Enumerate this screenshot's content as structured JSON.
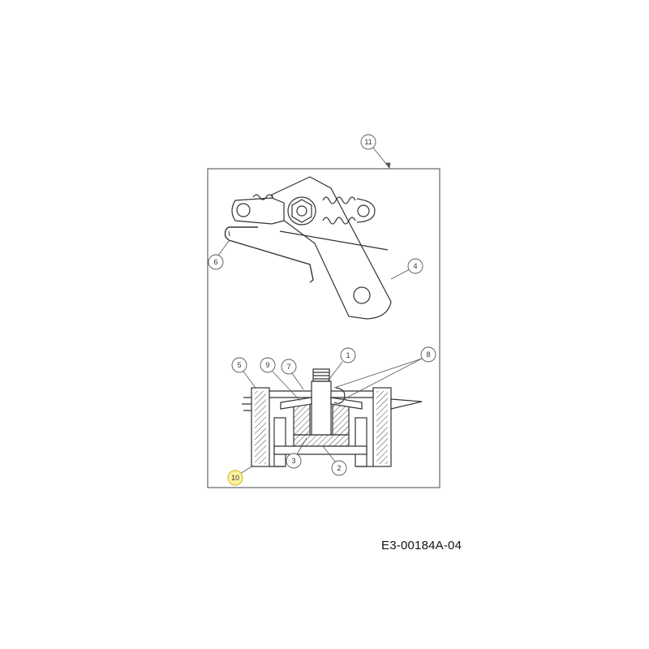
{
  "drawing_code": "E3-00184A-04",
  "callouts": [
    {
      "label": "11"
    },
    {
      "label": "6"
    },
    {
      "label": "4"
    },
    {
      "label": "5"
    },
    {
      "label": "9"
    },
    {
      "label": "7"
    },
    {
      "label": "1"
    },
    {
      "label": "8"
    },
    {
      "label": "3"
    },
    {
      "label": "2"
    },
    {
      "label": "10"
    }
  ],
  "colors": {
    "line": "#333333",
    "callout_highlight": "#fff3a0",
    "callout_highlight_stroke": "#c8b400"
  }
}
